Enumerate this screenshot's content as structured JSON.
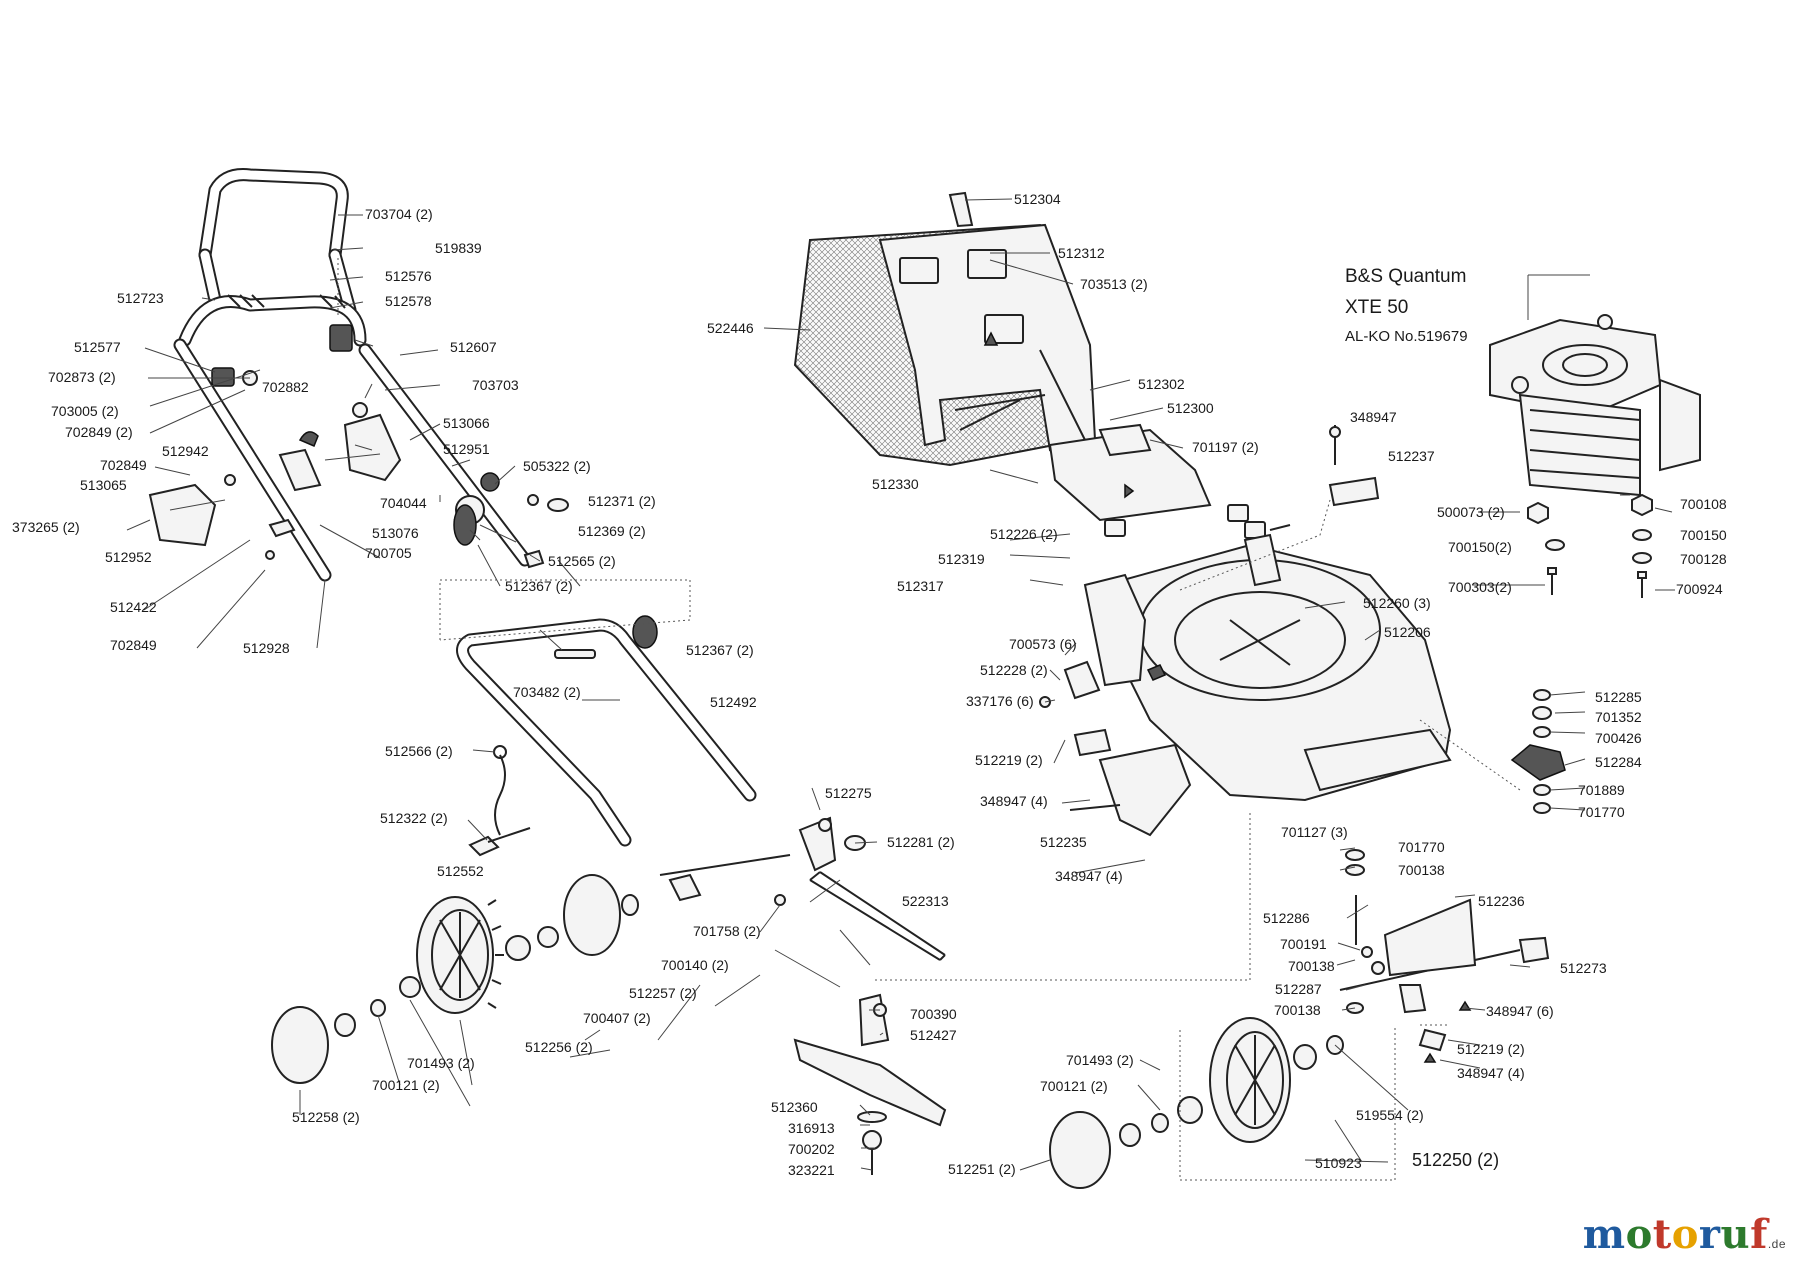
{
  "engine": {
    "brand": "B&S Quantum",
    "model": "XTE 50",
    "part_no": "AL-KO No.519679"
  },
  "assembly_total": "512250 (2)",
  "watermark": {
    "text": "motoruf",
    "suffix": ".de",
    "colors": [
      "#1f5a9e",
      "#2d7a2d",
      "#c0392b",
      "#e6a100",
      "#1f5a9e",
      "#2d7a2d",
      "#c0392b"
    ]
  },
  "labels": [
    "703704 (2)",
    "519839",
    "512576",
    "512723",
    "512578",
    "512577",
    "512607",
    "702873 (2)",
    "703703",
    "702882",
    "703005 (2)",
    "702849 (2)",
    "513066",
    "512942",
    "512951",
    "702849",
    "505322 (2)",
    "513065",
    "704044",
    "512371 (2)",
    "373265 (2)",
    "513076",
    "512369 (2)",
    "512952",
    "700705",
    "512565 (2)",
    "512367 (2)",
    "512422",
    "702849",
    "512928",
    "512367 (2)",
    "703482 (2)",
    "512492",
    "512566 (2)",
    "512322 (2)",
    "512275",
    "512281 (2)",
    "512552",
    "522313",
    "701758 (2)",
    "700140 (2)",
    "512257 (2)",
    "700407 (2)",
    "512256 (2)",
    "701493 (2)",
    "700121 (2)",
    "512258 (2)",
    "512304",
    "512312",
    "703513 (2)",
    "522446",
    "512302",
    "512300",
    "348947",
    "701197 (2)",
    "512237",
    "512330",
    "512226 (2)",
    "512319",
    "512317",
    "512260 (3)",
    "512206",
    "700573 (6)",
    "512228 (2)",
    "337176 (6)",
    "512219 (2)",
    "348947 (4)",
    "512235",
    "348947 (4)",
    "701127 (3)",
    "701770",
    "700138",
    "512286",
    "700191",
    "700138",
    "512287",
    "700138",
    "512236",
    "512273",
    "348947 (6)",
    "512219 (2)",
    "348947 (4)",
    "700390",
    "512427",
    "512360",
    "316913",
    "700202",
    "323221",
    "701493 (2)",
    "700121 (2)",
    "512251 (2)",
    "519554 (2)",
    "510923",
    "500073 (2)",
    "700108",
    "700150(2)",
    "700150",
    "700128",
    "700303(2)",
    "700924",
    "512285",
    "701352",
    "700426",
    "512284",
    "701889",
    "701770"
  ]
}
